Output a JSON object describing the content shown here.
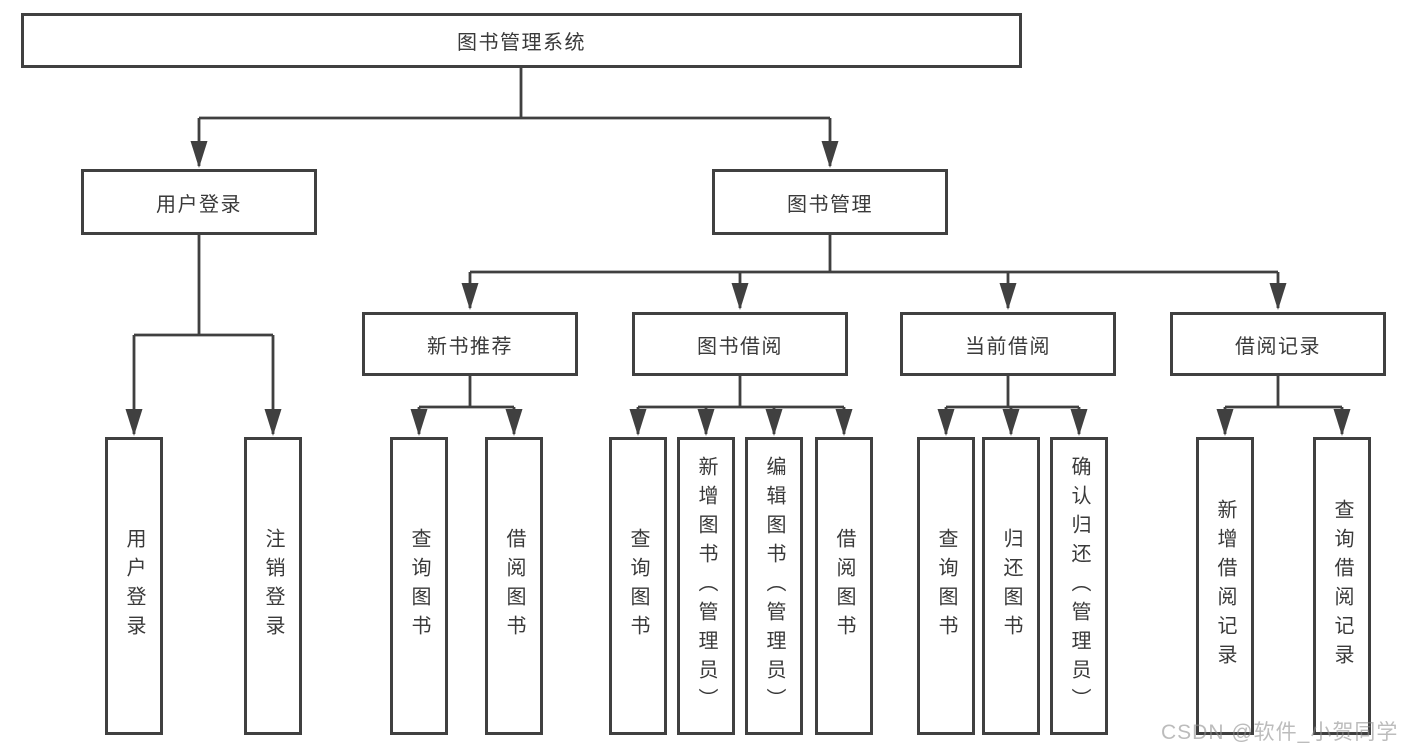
{
  "diagram": {
    "root": {
      "label": "图书管理系统"
    },
    "branches": [
      {
        "label": "用户登录",
        "children": [
          {
            "label": "用户登录"
          },
          {
            "label": "注销登录"
          }
        ]
      },
      {
        "label": "图书管理",
        "children": [
          {
            "label": "新书推荐",
            "children": [
              {
                "label": "查询图书"
              },
              {
                "label": "借阅图书"
              }
            ]
          },
          {
            "label": "图书借阅",
            "children": [
              {
                "label": "查询图书"
              },
              {
                "label": "新增图书（管理员）"
              },
              {
                "label": "编辑图书（管理员）"
              },
              {
                "label": "借阅图书"
              }
            ]
          },
          {
            "label": "当前借阅",
            "children": [
              {
                "label": "查询图书"
              },
              {
                "label": "归还图书"
              },
              {
                "label": "确认归还（管理员）"
              }
            ]
          },
          {
            "label": "借阅记录",
            "children": [
              {
                "label": "新增借阅记录"
              },
              {
                "label": "查询借阅记录"
              }
            ]
          }
        ]
      }
    ]
  },
  "watermark": {
    "text": "CSDN @软件_小贺同学"
  },
  "colors": {
    "line": "#404040",
    "box_border": "#404040",
    "text": "#3a3a3a",
    "background": "#ffffff",
    "watermark": "#b5b5b5"
  }
}
